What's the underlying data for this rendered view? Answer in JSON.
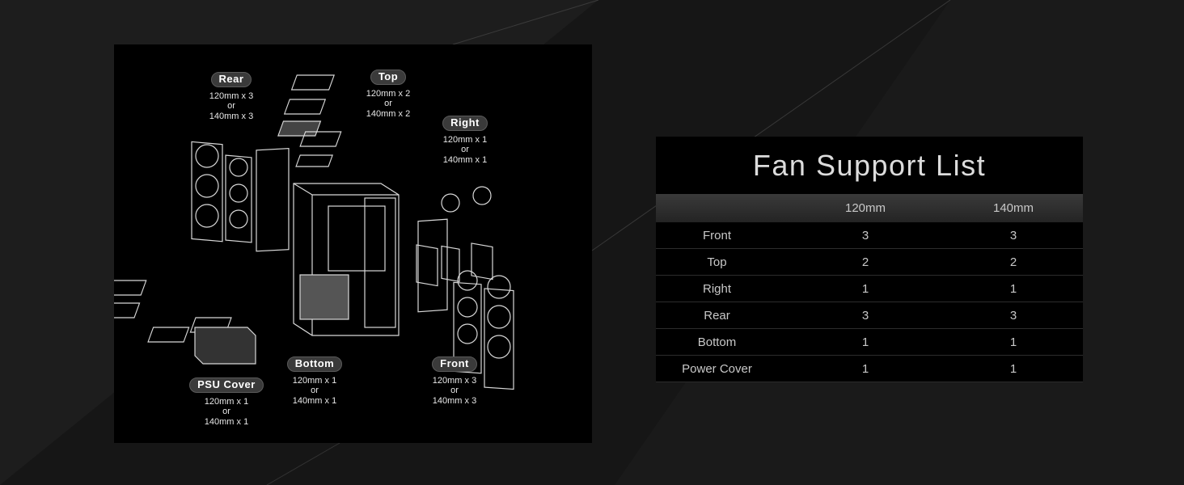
{
  "diagram": {
    "callouts": [
      {
        "id": "rear",
        "label": "Rear",
        "lines": [
          "120mm x 3",
          "or",
          "140mm x 3"
        ]
      },
      {
        "id": "top",
        "label": "Top",
        "lines": [
          "120mm x 2",
          "or",
          "140mm x 2"
        ]
      },
      {
        "id": "right",
        "label": "Right",
        "lines": [
          "120mm x 1",
          "or",
          "140mm x 1"
        ]
      },
      {
        "id": "bottom",
        "label": "Bottom",
        "lines": [
          "120mm x 1",
          "or",
          "140mm x 1"
        ]
      },
      {
        "id": "front",
        "label": "Front",
        "lines": [
          "120mm x 3",
          "or",
          "140mm x 3"
        ]
      },
      {
        "id": "psu",
        "label": "PSU Cover",
        "lines": [
          "120mm x 1",
          "or",
          "140mm x 1"
        ]
      }
    ]
  },
  "table": {
    "title": "Fan Support List",
    "columns": [
      "",
      "120mm",
      "140mm"
    ],
    "rows": [
      [
        "Front",
        "3",
        "3"
      ],
      [
        "Top",
        "2",
        "2"
      ],
      [
        "Right",
        "1",
        "1"
      ],
      [
        "Rear",
        "3",
        "3"
      ],
      [
        "Bottom",
        "1",
        "1"
      ],
      [
        "Power Cover",
        "1",
        "1"
      ]
    ]
  }
}
